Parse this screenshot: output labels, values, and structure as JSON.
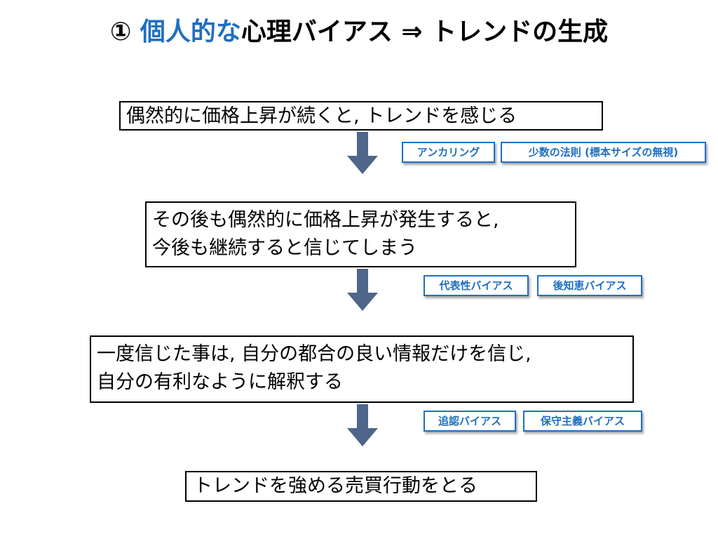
{
  "title": {
    "prefix": "① ",
    "highlight": "個人的な",
    "rest": "心理バイアス ⇒ トレンドの生成",
    "highlight_color": "#1f6fc1"
  },
  "steps": [
    {
      "lines": [
        "偶然的に価格上昇が続くと, トレンドを感じる"
      ]
    },
    {
      "lines": [
        "その後も偶然的に価格上昇が発生すると,",
        "今後も継続すると信じてしまう"
      ]
    },
    {
      "lines": [
        "一度信じた事は, 自分の都合の良い情報だけを信じ,",
        "自分の有利なように解釈する"
      ]
    },
    {
      "lines": [
        "トレンドを強める売買行動をとる"
      ]
    }
  ],
  "tags": [
    [
      "アンカリング",
      "少数の法則 (標本サイズの無視)"
    ],
    [
      "代表性バイアス",
      "後知恵バイアス"
    ],
    [
      "追認バイアス",
      "保守主義バイアス"
    ]
  ],
  "colors": {
    "arrow": "#4f6589",
    "tag_border": "#1f6fc1",
    "tag_text": "#1f6fc1"
  },
  "icons": {
    "arrow": "down-arrow-icon"
  }
}
